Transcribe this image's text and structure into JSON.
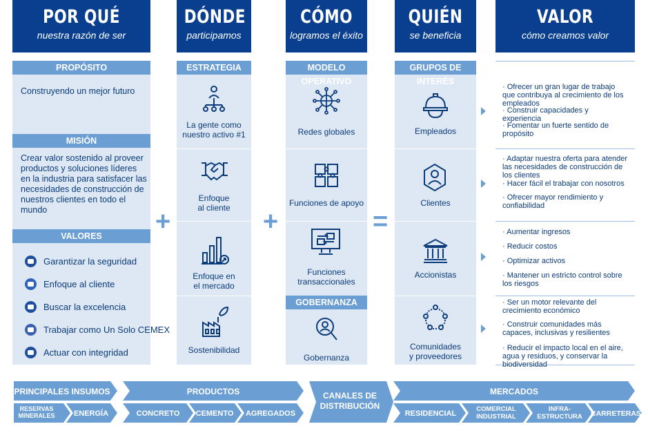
{
  "columns": {
    "porque": {
      "title": "POR QUÉ",
      "subtitle": "nuestra razón de ser"
    },
    "donde": {
      "title": "DÓNDE",
      "subtitle": "participamos"
    },
    "como": {
      "title": "CÓMO",
      "subtitle": "logramos el éxito"
    },
    "quien": {
      "title": "QUIÉN",
      "subtitle": "se beneficia"
    },
    "valor": {
      "title": "VALOR",
      "subtitle": "cómo creamos valor"
    }
  },
  "porque": {
    "proposito_label": "PROPÓSITO",
    "proposito_text": "Construyendo un mejor futuro",
    "mision_label": "MISIÓN",
    "mision_text": "Crear valor sostenido al proveer productos y soluciones líderes en la industria para satisfacer las necesidades de construcción de nuestros clientes en todo el mundo",
    "valores_label": "VALORES",
    "valores": [
      {
        "label": "Garantizar la seguridad",
        "icon": "helmet-icon"
      },
      {
        "label": "Enfoque al cliente",
        "icon": "customer-icon"
      },
      {
        "label": "Buscar la excelencia",
        "icon": "target-icon"
      },
      {
        "label": "Trabajar como Un Solo CEMEX",
        "icon": "globe-icon"
      },
      {
        "label": "Actuar con integridad",
        "icon": "document-icon"
      }
    ]
  },
  "donde": {
    "band": "ESTRATEGIA",
    "items": [
      {
        "label1": "La gente como",
        "label2": "nuestro activo #1",
        "icon": "people-network-icon"
      },
      {
        "label1": "Enfoque",
        "label2": "al cliente",
        "icon": "handshake-icon"
      },
      {
        "label1": "Enfoque en",
        "label2": "el mercado",
        "icon": "bar-chart-icon"
      },
      {
        "label1": "Sostenibilidad",
        "label2": "",
        "icon": "factory-leaf-icon"
      }
    ]
  },
  "como": {
    "band": "MODELO OPERATIVO",
    "items": [
      {
        "label1": "Redes globales",
        "label2": "",
        "icon": "global-network-icon"
      },
      {
        "label1": "Funciones de apoyo",
        "label2": "",
        "icon": "puzzle-icon"
      },
      {
        "label1": "Funciones",
        "label2": "transaccionales",
        "icon": "monitor-icon"
      }
    ],
    "gob_band": "GOBERNANZA",
    "gob_item": "Gobernanza"
  },
  "quien": {
    "band": "GRUPOS DE INTERÉS",
    "items": [
      {
        "label1": "Empleados",
        "label2": "",
        "icon": "hardhat-icon"
      },
      {
        "label1": "Clientes",
        "label2": "",
        "icon": "person-hexagon-icon"
      },
      {
        "label1": "Accionistas",
        "label2": "",
        "icon": "bank-icon"
      },
      {
        "label1": "Comunidades",
        "label2": "y proveedores",
        "icon": "community-icon"
      }
    ]
  },
  "valor": {
    "groups": [
      [
        "· Ofrecer un gran lugar de trabajo que contribuya al crecimiento de los empleados",
        "· Construir capacidades y experiencia",
        "· Fomentar un fuerte sentido de propósito"
      ],
      [
        "· Adaptar nuestra oferta para atender las necesidades de construcción de los clientes",
        "· Hacer fácil el trabajar con nosotros",
        "· Ofrecer mayor rendimiento y confiabilidad"
      ],
      [
        "· Aumentar ingresos",
        "· Reducir costos",
        "· Optimizar activos",
        "· Mantener un estricto control sobre los riesgos"
      ],
      [
        "· Ser un motor relevante del crecimiento económico",
        "· Construir comunidades más capaces, inclusivas y resilientes",
        "· Reducir el impacto local en el aire, agua y residuos, y conservar la biodiversidad"
      ]
    ]
  },
  "bottom": {
    "insumos_label": "PRINCIPALES INSUMOS",
    "insumos": [
      "RESERVAS MINERALES",
      "ENERGÍA"
    ],
    "productos_label": "PRODUCTOS",
    "productos": [
      "CONCRETO",
      "CEMENTO",
      "AGREGADOS"
    ],
    "canales_1": "CANALES DE",
    "canales_2": "DISTRIBUCIÓN",
    "mercados_label": "MERCADOS",
    "mercados": [
      "RESIDENCIAL",
      "COMERCIAL INDUSTRIAL",
      "INFRA-ESTRUCTURA",
      "CARRETERAS"
    ]
  },
  "operators": {
    "plus": "+",
    "equals": "="
  }
}
